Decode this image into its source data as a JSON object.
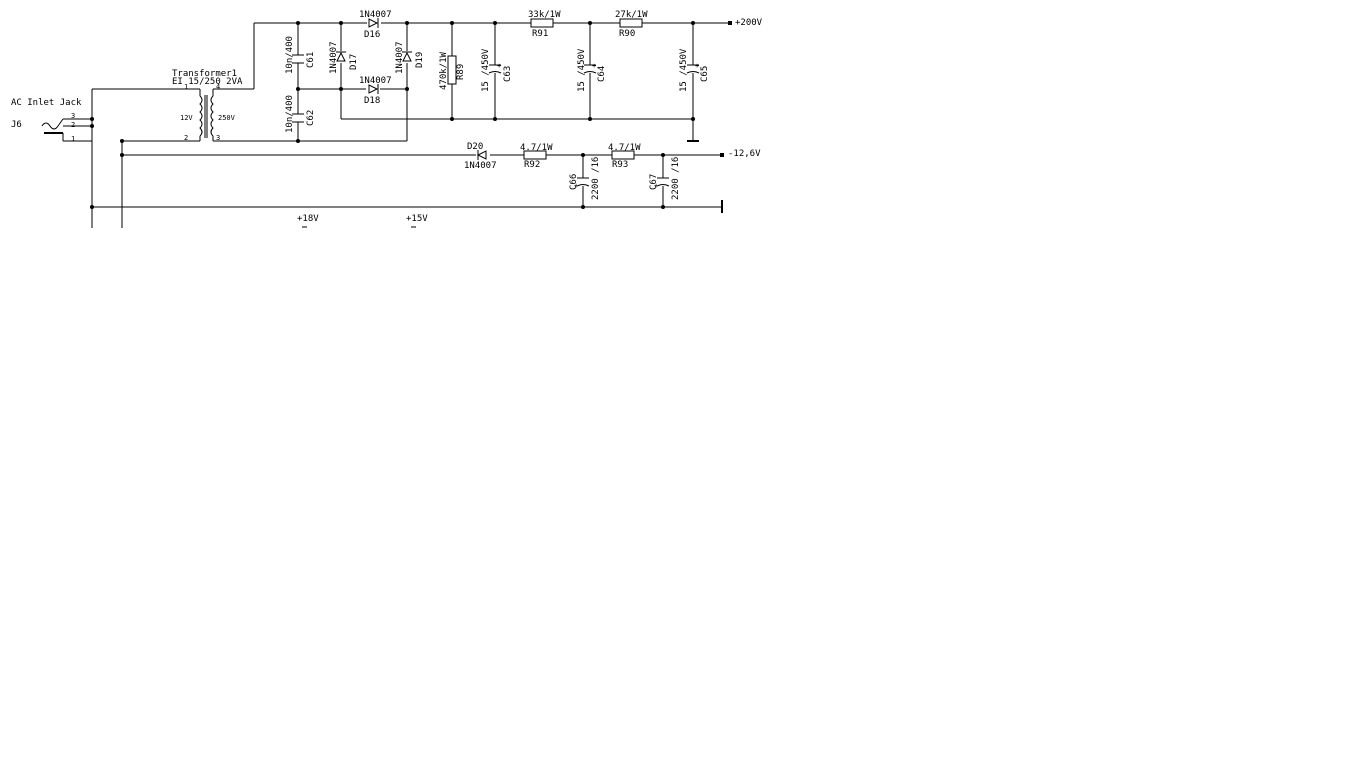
{
  "colors": {
    "background": "#ffffff",
    "ink": "#000000"
  },
  "connector": {
    "label": "AC Inlet Jack",
    "ref": "J6",
    "pins": [
      "3",
      "2",
      "1"
    ]
  },
  "transformer": {
    "name": "Transformer1",
    "type": "EI 15/250 2VA",
    "pins": [
      "1",
      "4",
      "2",
      "3"
    ],
    "primary": "12V",
    "secondary": "250V"
  },
  "capacitors": {
    "c61": {
      "ref": "C61",
      "value": "10n/400"
    },
    "c62": {
      "ref": "C62",
      "value": "10n/400"
    },
    "c63": {
      "ref": "C63",
      "value": "15 /450V"
    },
    "c64": {
      "ref": "C64",
      "value": "15 /450V"
    },
    "c65": {
      "ref": "C65",
      "value": "15 /450V"
    },
    "c66": {
      "ref": "C66",
      "value": "2200 /16"
    },
    "c67": {
      "ref": "C67",
      "value": "2200 /16"
    }
  },
  "diodes": {
    "d16": {
      "ref": "D16",
      "value": "1N4007"
    },
    "d17": {
      "ref": "D17",
      "value": "1N4007"
    },
    "d18": {
      "ref": "D18",
      "value": "1N4007"
    },
    "d19": {
      "ref": "D19",
      "value": "1N4007"
    },
    "d20": {
      "ref": "D20",
      "value": "1N4007"
    }
  },
  "resistors": {
    "r89": {
      "ref": "R89",
      "value": "470k/1W"
    },
    "r90": {
      "ref": "R90",
      "value": "27k/1W"
    },
    "r91": {
      "ref": "R91",
      "value": "33k/1W"
    },
    "r92": {
      "ref": "R92",
      "value": "4.7/1W"
    },
    "r93": {
      "ref": "R93",
      "value": "4.7/1W"
    }
  },
  "rails": {
    "hv": "+200V",
    "neg": "-12,6V",
    "p18": "+18V",
    "p15": "+15V"
  }
}
